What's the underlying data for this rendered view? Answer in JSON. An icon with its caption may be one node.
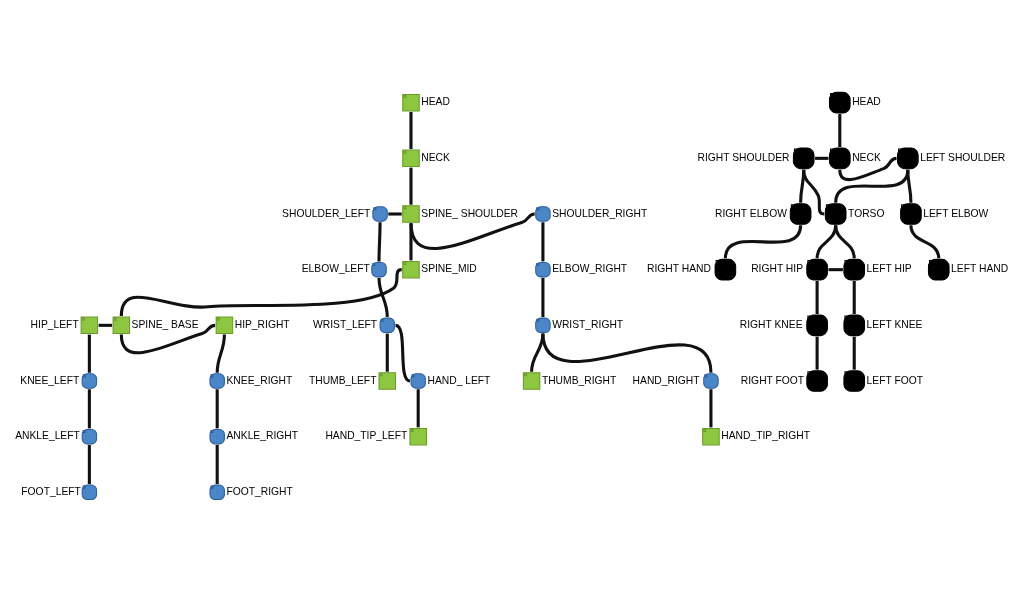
{
  "diagram": {
    "nodes": [
      {
        "text": [],
        "shape": "box",
        "beside": [
          "HEAD"
        ]
      },
      {
        "text": [],
        "shape": "box",
        "beside": [
          "NECK"
        ]
      },
      {
        "text": [],
        "shape": "box",
        "beside": [
          "SPINE_ SHOULDER"
        ]
      },
      {
        "text": [],
        "shape": "circle",
        "beside": [
          "SHOULDER_LEFT"
        ]
      },
      {
        "text": [],
        "shape": "circle",
        "beside": [
          "SHOULDER_RIGHT"
        ]
      },
      {
        "text": [],
        "shape": "box",
        "beside": [
          "SPINE_MID"
        ]
      },
      {
        "text": [],
        "shape": "circle",
        "beside": [
          "ELBOW_LEFT"
        ]
      },
      {
        "text": [],
        "shape": "circle",
        "beside": [
          "ELBOW_RIGHT"
        ]
      },
      {
        "text": [],
        "shape": "box",
        "beside": [
          "HIP_LEFT"
        ]
      },
      {
        "text": [],
        "shape": "box",
        "beside": [
          "SPINE_ BASE"
        ]
      },
      {
        "text": [],
        "shape": "box",
        "beside": [
          "HIP_RIGHT"
        ]
      },
      {
        "text": [],
        "shape": "circle",
        "beside": [
          "WRIST_LEFT"
        ]
      },
      {
        "text": [],
        "shape": "circle",
        "beside": [
          "WRIST_RIGHT"
        ]
      },
      {
        "text": [],
        "shape": "box",
        "beside": [
          "THUMB_LEFT"
        ]
      },
      {
        "text": [],
        "shape": "circle",
        "beside": [
          "HAND_ LEFT"
        ]
      },
      {
        "text": [],
        "shape": "box",
        "beside": [
          "HAND_TIP_LEFT"
        ]
      },
      {
        "text": [],
        "shape": "box",
        "beside": [
          "THUMB_RIGHT"
        ]
      },
      {
        "text": [],
        "shape": "circle",
        "beside": [
          "HAND_RIGHT"
        ]
      },
      {
        "text": [],
        "shape": "box",
        "beside": [
          "HAND_TIP_RIGHT"
        ]
      },
      {
        "text": [],
        "shape": "circle",
        "beside": [
          "KNEE_LEFT"
        ]
      },
      {
        "text": [],
        "shape": "circle",
        "beside": [
          "KNEE_RIGHT"
        ]
      },
      {
        "text": [],
        "shape": "circle",
        "beside": [
          "ANKLE_LEFT"
        ]
      },
      {
        "text": [],
        "shape": "circle",
        "beside": [
          "ANKLE_RIGHT"
        ]
      },
      {
        "text": [],
        "shape": "circle",
        "beside": [
          "FOOT_LEFT"
        ]
      },
      {
        "text": [],
        "shape": "circle",
        "beside": [
          "FOOT_RIGHT"
        ]
      },
      {
        "text": [],
        "shape": "circle",
        "beside": [
          "HEAD"
        ]
      },
      {
        "text": [],
        "shape": "circle",
        "beside": [
          "NECK"
        ]
      },
      {
        "text": [],
        "shape": "circle",
        "beside": [
          "RIGHT SHOULDER"
        ]
      },
      {
        "text": [],
        "shape": "circle",
        "beside": [
          "LEFT SHOULDER"
        ]
      },
      {
        "text": [],
        "shape": "circle",
        "beside": [
          "RIGHT ELBOW"
        ]
      },
      {
        "text": [],
        "shape": "circle",
        "beside": [
          "TORSO"
        ]
      },
      {
        "text": [],
        "shape": "circle",
        "beside": [
          "LEFT ELBOW"
        ]
      },
      {
        "text": [],
        "shape": "circle",
        "beside": [
          "RIGHT HAND"
        ]
      },
      {
        "text": [],
        "shape": "circle",
        "beside": [
          "LEFT HAND"
        ]
      },
      {
        "text": [],
        "shape": "circle",
        "beside": [
          "RIGHT HIP"
        ]
      },
      {
        "text": [],
        "shape": "circle",
        "beside": [
          "LEFT HIP"
        ]
      },
      {
        "text": [],
        "shape": "circle",
        "beside": [
          "RIGHT KNEE"
        ]
      },
      {
        "text": [],
        "shape": "circle",
        "beside": [
          "LEFT KNEE"
        ]
      },
      {
        "text": [],
        "shape": "circle",
        "beside": [
          "RIGHT FOOT"
        ]
      },
      {
        "text": [],
        "shape": "circle",
        "beside": [
          "LEFT FOOT"
        ]
      }
    ],
    "edges": [
      {
        "from": 0,
        "to": 1,
        "arrow": "none"
      },
      {
        "from": 1,
        "to": 2,
        "arrow": "none"
      },
      {
        "from": 2,
        "to": 3,
        "arrow": "none"
      },
      {
        "from": 2,
        "to": 4,
        "arrow": "none"
      },
      {
        "from": 2,
        "to": 5,
        "arrow": "none"
      },
      {
        "from": 3,
        "to": 6,
        "arrow": "none"
      },
      {
        "from": 4,
        "to": 7,
        "arrow": "none"
      },
      {
        "from": 5,
        "to": 9,
        "arrow": "none"
      },
      {
        "from": 9,
        "to": 8,
        "arrow": "none"
      },
      {
        "from": 9,
        "to": 10,
        "arrow": "none"
      },
      {
        "from": 6,
        "to": 11,
        "arrow": "none"
      },
      {
        "from": 7,
        "to": 12,
        "arrow": "none"
      },
      {
        "from": 11,
        "to": 13,
        "arrow": "none"
      },
      {
        "from": 11,
        "to": 14,
        "arrow": "none"
      },
      {
        "from": 14,
        "to": 15,
        "arrow": "none"
      },
      {
        "from": 12,
        "to": 16,
        "arrow": "none"
      },
      {
        "from": 12,
        "to": 17,
        "arrow": "none"
      },
      {
        "from": 17,
        "to": 18,
        "arrow": "none"
      },
      {
        "from": 8,
        "to": 19,
        "arrow": "none"
      },
      {
        "from": 10,
        "to": 20,
        "arrow": "none"
      },
      {
        "from": 19,
        "to": 21,
        "arrow": "none"
      },
      {
        "from": 20,
        "to": 22,
        "arrow": "none"
      },
      {
        "from": 21,
        "to": 23,
        "arrow": "none"
      },
      {
        "from": 22,
        "to": 24,
        "arrow": "none"
      },
      {
        "from": 25,
        "to": 26,
        "arrow": "none"
      },
      {
        "from": 26,
        "to": 27,
        "arrow": "none"
      },
      {
        "from": 26,
        "to": 28,
        "arrow": "none"
      },
      {
        "from": 27,
        "to": 29,
        "arrow": "none"
      },
      {
        "from": 27,
        "to": 30,
        "arrow": "none"
      },
      {
        "from": 28,
        "to": 30,
        "arrow": "none"
      },
      {
        "from": 28,
        "to": 31,
        "arrow": "none"
      },
      {
        "from": 29,
        "to": 32,
        "arrow": "none"
      },
      {
        "from": 31,
        "to": 33,
        "arrow": "none"
      },
      {
        "from": 30,
        "to": 34,
        "arrow": "none"
      },
      {
        "from": 30,
        "to": 35,
        "arrow": "none"
      },
      {
        "from": 34,
        "to": 35,
        "arrow": "none"
      },
      {
        "from": 34,
        "to": 36,
        "arrow": "none"
      },
      {
        "from": 35,
        "to": 37,
        "arrow": "none"
      },
      {
        "from": 36,
        "to": 38,
        "arrow": "none"
      },
      {
        "from": 37,
        "to": 39,
        "arrow": "none"
      }
    ]
  }
}
